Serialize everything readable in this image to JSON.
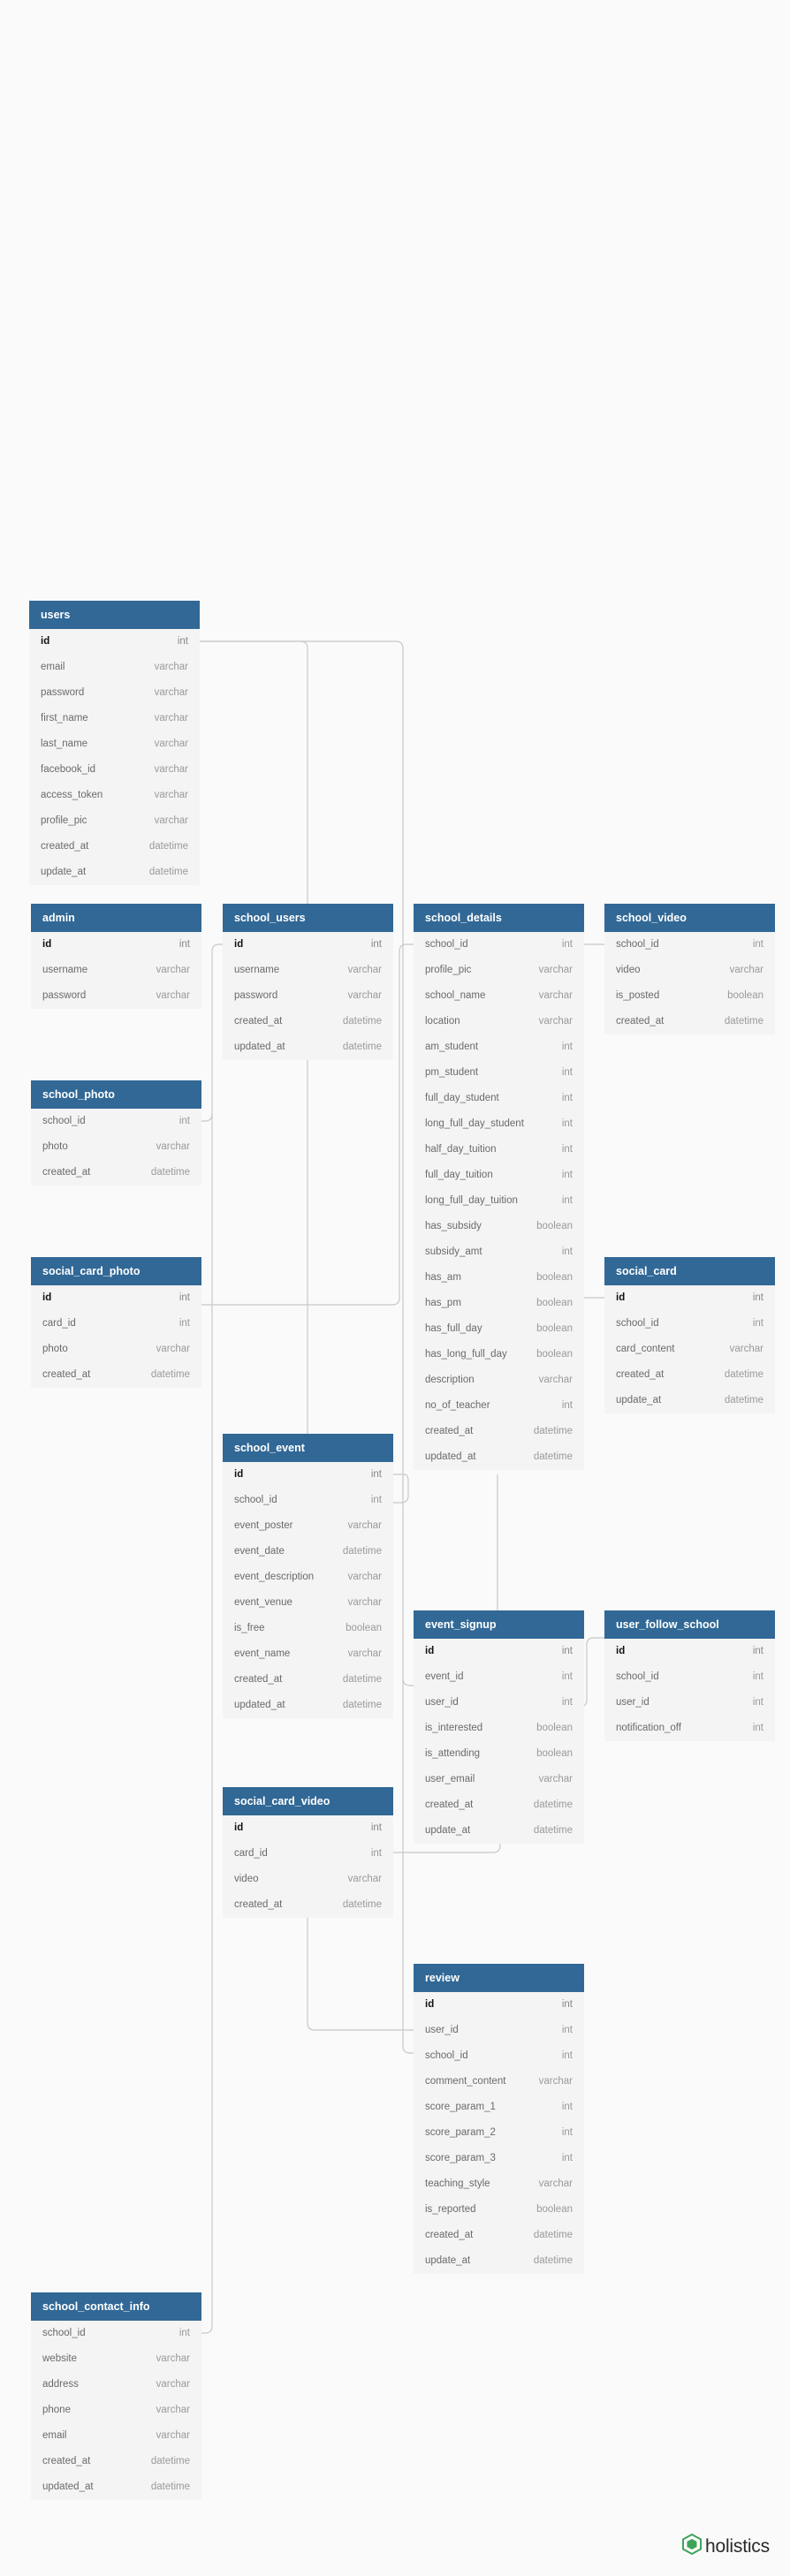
{
  "diagram": {
    "tables": [
      {
        "id": "users",
        "name": "users",
        "fields": [
          {
            "name": "id",
            "type": "int",
            "pk": true
          },
          {
            "name": "email",
            "type": "varchar"
          },
          {
            "name": "password",
            "type": "varchar"
          },
          {
            "name": "first_name",
            "type": "varchar"
          },
          {
            "name": "last_name",
            "type": "varchar"
          },
          {
            "name": "facebook_id",
            "type": "varchar"
          },
          {
            "name": "access_token",
            "type": "varchar"
          },
          {
            "name": "profile_pic",
            "type": "varchar"
          },
          {
            "name": "created_at",
            "type": "datetime"
          },
          {
            "name": "update_at",
            "type": "datetime"
          }
        ]
      },
      {
        "id": "admin",
        "name": "admin",
        "fields": [
          {
            "name": "id",
            "type": "int",
            "pk": true
          },
          {
            "name": "username",
            "type": "varchar"
          },
          {
            "name": "password",
            "type": "varchar"
          }
        ]
      },
      {
        "id": "school_users",
        "name": "school_users",
        "fields": [
          {
            "name": "id",
            "type": "int",
            "pk": true
          },
          {
            "name": "username",
            "type": "varchar"
          },
          {
            "name": "password",
            "type": "varchar"
          },
          {
            "name": "created_at",
            "type": "datetime"
          },
          {
            "name": "updated_at",
            "type": "datetime"
          }
        ]
      },
      {
        "id": "school_details",
        "name": "school_details",
        "fields": [
          {
            "name": "school_id",
            "type": "int"
          },
          {
            "name": "profile_pic",
            "type": "varchar"
          },
          {
            "name": "school_name",
            "type": "varchar"
          },
          {
            "name": "location",
            "type": "varchar"
          },
          {
            "name": "am_student",
            "type": "int"
          },
          {
            "name": "pm_student",
            "type": "int"
          },
          {
            "name": "full_day_student",
            "type": "int"
          },
          {
            "name": "long_full_day_student",
            "type": "int"
          },
          {
            "name": "half_day_tuition",
            "type": "int"
          },
          {
            "name": "full_day_tuition",
            "type": "int"
          },
          {
            "name": "long_full_day_tuition",
            "type": "int"
          },
          {
            "name": "has_subsidy",
            "type": "boolean"
          },
          {
            "name": "subsidy_amt",
            "type": "int"
          },
          {
            "name": "has_am",
            "type": "boolean"
          },
          {
            "name": "has_pm",
            "type": "boolean"
          },
          {
            "name": "has_full_day",
            "type": "boolean"
          },
          {
            "name": "has_long_full_day",
            "type": "boolean"
          },
          {
            "name": "description",
            "type": "varchar"
          },
          {
            "name": "no_of_teacher",
            "type": "int"
          },
          {
            "name": "created_at",
            "type": "datetime"
          },
          {
            "name": "updated_at",
            "type": "datetime"
          }
        ]
      },
      {
        "id": "school_video",
        "name": "school_video",
        "fields": [
          {
            "name": "school_id",
            "type": "int"
          },
          {
            "name": "video",
            "type": "varchar"
          },
          {
            "name": "is_posted",
            "type": "boolean"
          },
          {
            "name": "created_at",
            "type": "datetime"
          }
        ]
      },
      {
        "id": "school_photo",
        "name": "school_photo",
        "fields": [
          {
            "name": "school_id",
            "type": "int"
          },
          {
            "name": "photo",
            "type": "varchar"
          },
          {
            "name": "created_at",
            "type": "datetime"
          }
        ]
      },
      {
        "id": "social_card_photo",
        "name": "social_card_photo",
        "fields": [
          {
            "name": "id",
            "type": "int",
            "pk": true
          },
          {
            "name": "card_id",
            "type": "int"
          },
          {
            "name": "photo",
            "type": "varchar"
          },
          {
            "name": "created_at",
            "type": "datetime"
          }
        ]
      },
      {
        "id": "social_card",
        "name": "social_card",
        "fields": [
          {
            "name": "id",
            "type": "int",
            "pk": true
          },
          {
            "name": "school_id",
            "type": "int"
          },
          {
            "name": "card_content",
            "type": "varchar"
          },
          {
            "name": "created_at",
            "type": "datetime"
          },
          {
            "name": "update_at",
            "type": "datetime"
          }
        ]
      },
      {
        "id": "school_event",
        "name": "school_event",
        "fields": [
          {
            "name": "id",
            "type": "int",
            "pk": true
          },
          {
            "name": "school_id",
            "type": "int"
          },
          {
            "name": "event_poster",
            "type": "varchar"
          },
          {
            "name": "event_date",
            "type": "datetime"
          },
          {
            "name": "event_description",
            "type": "varchar"
          },
          {
            "name": "event_venue",
            "type": "varchar"
          },
          {
            "name": "is_free",
            "type": "boolean"
          },
          {
            "name": "event_name",
            "type": "varchar"
          },
          {
            "name": "created_at",
            "type": "datetime"
          },
          {
            "name": "updated_at",
            "type": "datetime"
          }
        ]
      },
      {
        "id": "event_signup",
        "name": "event_signup",
        "fields": [
          {
            "name": "id",
            "type": "int",
            "pk": true
          },
          {
            "name": "event_id",
            "type": "int"
          },
          {
            "name": "user_id",
            "type": "int"
          },
          {
            "name": "is_interested",
            "type": "boolean"
          },
          {
            "name": "is_attending",
            "type": "boolean"
          },
          {
            "name": "user_email",
            "type": "varchar"
          },
          {
            "name": "created_at",
            "type": "datetime"
          },
          {
            "name": "update_at",
            "type": "datetime"
          }
        ]
      },
      {
        "id": "user_follow_school",
        "name": "user_follow_school",
        "fields": [
          {
            "name": "id",
            "type": "int",
            "pk": true
          },
          {
            "name": "school_id",
            "type": "int"
          },
          {
            "name": "user_id",
            "type": "int"
          },
          {
            "name": "notification_off",
            "type": "int"
          }
        ]
      },
      {
        "id": "social_card_video",
        "name": "social_card_video",
        "fields": [
          {
            "name": "id",
            "type": "int",
            "pk": true
          },
          {
            "name": "card_id",
            "type": "int"
          },
          {
            "name": "video",
            "type": "varchar"
          },
          {
            "name": "created_at",
            "type": "datetime"
          }
        ]
      },
      {
        "id": "review",
        "name": "review",
        "fields": [
          {
            "name": "id",
            "type": "int",
            "pk": true
          },
          {
            "name": "user_id",
            "type": "int"
          },
          {
            "name": "school_id",
            "type": "int"
          },
          {
            "name": "comment_content",
            "type": "varchar"
          },
          {
            "name": "score_param_1",
            "type": "int"
          },
          {
            "name": "score_param_2",
            "type": "int"
          },
          {
            "name": "score_param_3",
            "type": "int"
          },
          {
            "name": "teaching_style",
            "type": "varchar"
          },
          {
            "name": "is_reported",
            "type": "boolean"
          },
          {
            "name": "created_at",
            "type": "datetime"
          },
          {
            "name": "update_at",
            "type": "datetime"
          }
        ]
      },
      {
        "id": "school_contact_info",
        "name": "school_contact_info",
        "fields": [
          {
            "name": "school_id",
            "type": "int"
          },
          {
            "name": "website",
            "type": "varchar"
          },
          {
            "name": "address",
            "type": "varchar"
          },
          {
            "name": "phone",
            "type": "varchar"
          },
          {
            "name": "email",
            "type": "varchar"
          },
          {
            "name": "created_at",
            "type": "datetime"
          },
          {
            "name": "updated_at",
            "type": "datetime"
          }
        ]
      }
    ]
  },
  "branding": {
    "logo_text": "holistics",
    "logo_icon": "holistics-hexagon-icon",
    "logo_color": "#3fa35a"
  },
  "colors": {
    "header_bg": "#316896",
    "body_bg": "#f4f4f4",
    "edge": "#c8c8c8",
    "page_bg": "#fafafa"
  }
}
